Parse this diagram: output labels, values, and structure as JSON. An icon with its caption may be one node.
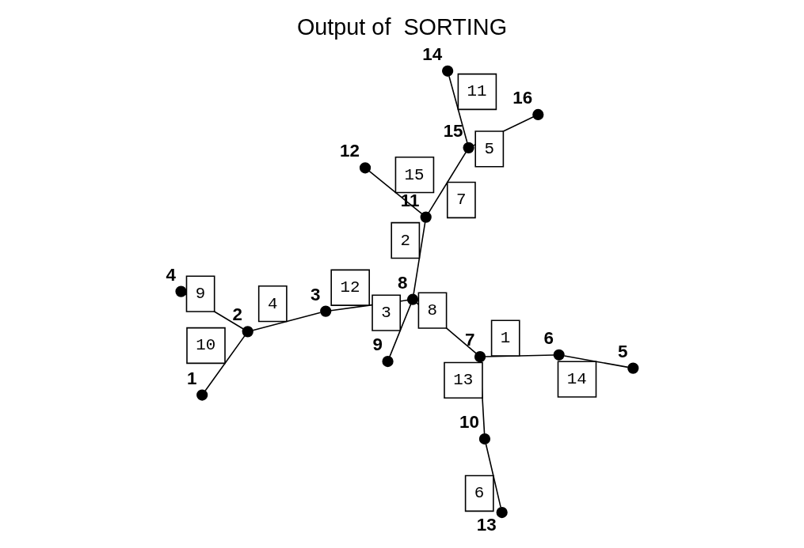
{
  "diagram": {
    "title": "Output of  SORTING",
    "nodes": [
      {
        "text": [],
        "shape": "circle",
        "beside": [
          "1"
        ]
      },
      {
        "text": [],
        "shape": "circle",
        "beside": [
          "2"
        ]
      },
      {
        "text": [],
        "shape": "circle",
        "beside": [
          "3"
        ]
      },
      {
        "text": [],
        "shape": "circle",
        "beside": [
          "4"
        ]
      },
      {
        "text": [],
        "shape": "circle",
        "beside": [
          "5"
        ]
      },
      {
        "text": [],
        "shape": "circle",
        "beside": [
          "6"
        ]
      },
      {
        "text": [],
        "shape": "circle",
        "beside": [
          "7"
        ]
      },
      {
        "text": [],
        "shape": "circle",
        "beside": [
          "8"
        ]
      },
      {
        "text": [],
        "shape": "circle",
        "beside": [
          "9"
        ]
      },
      {
        "text": [],
        "shape": "circle",
        "beside": [
          "10"
        ]
      },
      {
        "text": [],
        "shape": "circle",
        "beside": [
          "11"
        ]
      },
      {
        "text": [],
        "shape": "circle",
        "beside": [
          "12"
        ]
      },
      {
        "text": [],
        "shape": "circle",
        "beside": [
          "13"
        ]
      },
      {
        "text": [],
        "shape": "circle",
        "beside": [
          "14"
        ]
      },
      {
        "text": [],
        "shape": "circle",
        "beside": [
          "15"
        ]
      },
      {
        "text": [],
        "shape": "circle",
        "beside": [
          "16"
        ]
      }
    ],
    "edges": [
      {
        "from": 1,
        "to": 3,
        "arrow": "none",
        "label": "9"
      },
      {
        "from": 1,
        "to": 0,
        "arrow": "none",
        "label": "10"
      },
      {
        "from": 1,
        "to": 2,
        "arrow": "none",
        "label": "4"
      },
      {
        "from": 2,
        "to": 7,
        "arrow": "none",
        "label": "12"
      },
      {
        "from": 7,
        "to": 8,
        "arrow": "none",
        "label": "3"
      },
      {
        "from": 7,
        "to": 10,
        "arrow": "none",
        "label": "2"
      },
      {
        "from": 7,
        "to": 6,
        "arrow": "none",
        "label": "8"
      },
      {
        "from": 6,
        "to": 5,
        "arrow": "none",
        "label": "1"
      },
      {
        "from": 6,
        "to": 9,
        "arrow": "none",
        "label": "13"
      },
      {
        "from": 5,
        "to": 4,
        "arrow": "none",
        "label": "14"
      },
      {
        "from": 9,
        "to": 12,
        "arrow": "none",
        "label": "6"
      },
      {
        "from": 10,
        "to": 11,
        "arrow": "none",
        "label": "15"
      },
      {
        "from": 10,
        "to": 14,
        "arrow": "none",
        "label": "7"
      },
      {
        "from": 14,
        "to": 15,
        "arrow": "none",
        "label": "5"
      },
      {
        "from": 14,
        "to": 13,
        "arrow": "none",
        "label": "11"
      }
    ]
  }
}
